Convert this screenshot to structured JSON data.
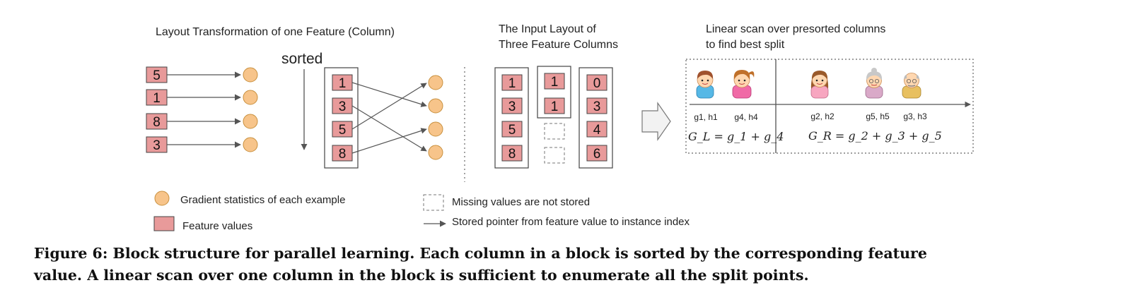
{
  "panels": {
    "transformation": {
      "title": "Layout Transformation of one Feature (Column)",
      "unsorted_values": [
        "5",
        "1",
        "8",
        "3"
      ],
      "sorted_label": "sorted",
      "sorted_values": [
        "1",
        "3",
        "5",
        "8"
      ]
    },
    "input_layout": {
      "title_line1": "The Input Layout of",
      "title_line2": "Three Feature Columns",
      "column1": [
        "1",
        "3",
        "5",
        "8"
      ],
      "column2": [
        "1",
        "1"
      ],
      "column3": [
        "0",
        "3",
        "4",
        "6"
      ]
    },
    "linear_scan": {
      "title_line1": "Linear scan over presorted columns",
      "title_line2": "to find best split",
      "left_labels": [
        "g1, h1",
        "g4, h4"
      ],
      "right_labels": [
        "g2, h2",
        "g5, h5",
        "g3, h3"
      ],
      "gl_formula": "G_L = g_1 + g_4",
      "gr_formula": "G_R = g_2 + g_3 + g_5"
    }
  },
  "legend": {
    "gradient": "Gradient statistics of each example",
    "feature_values": "Feature values",
    "missing": "Missing values are not stored",
    "pointer": "Stored pointer from feature value to instance index"
  },
  "caption": {
    "line1": "Figure 6: Block structure for parallel learning. Each column in a block is sorted by the corresponding feature",
    "line2": "value. A linear scan over one column in the block is sufficient to enumerate all the split points."
  },
  "colors": {
    "feature_box": "#e89a9a",
    "feature_border": "#444444",
    "gradient_circle": "#f7c48a",
    "gradient_border": "#c8903e",
    "arrow": "#555555"
  }
}
